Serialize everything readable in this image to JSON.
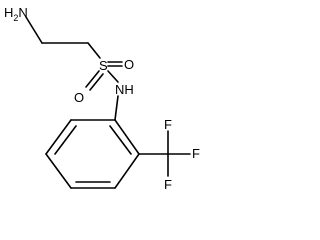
{
  "molecule": {
    "atom_labels": {
      "amine": "H2N",
      "amine_main": "H",
      "amine_sub": "2",
      "amine_tail": "N",
      "sulfur": "S",
      "oxygen_top": "O",
      "oxygen_bottom": "O",
      "nh": "NH",
      "fluorine_1": "F",
      "fluorine_2": "F",
      "fluorine_3": "F"
    }
  }
}
